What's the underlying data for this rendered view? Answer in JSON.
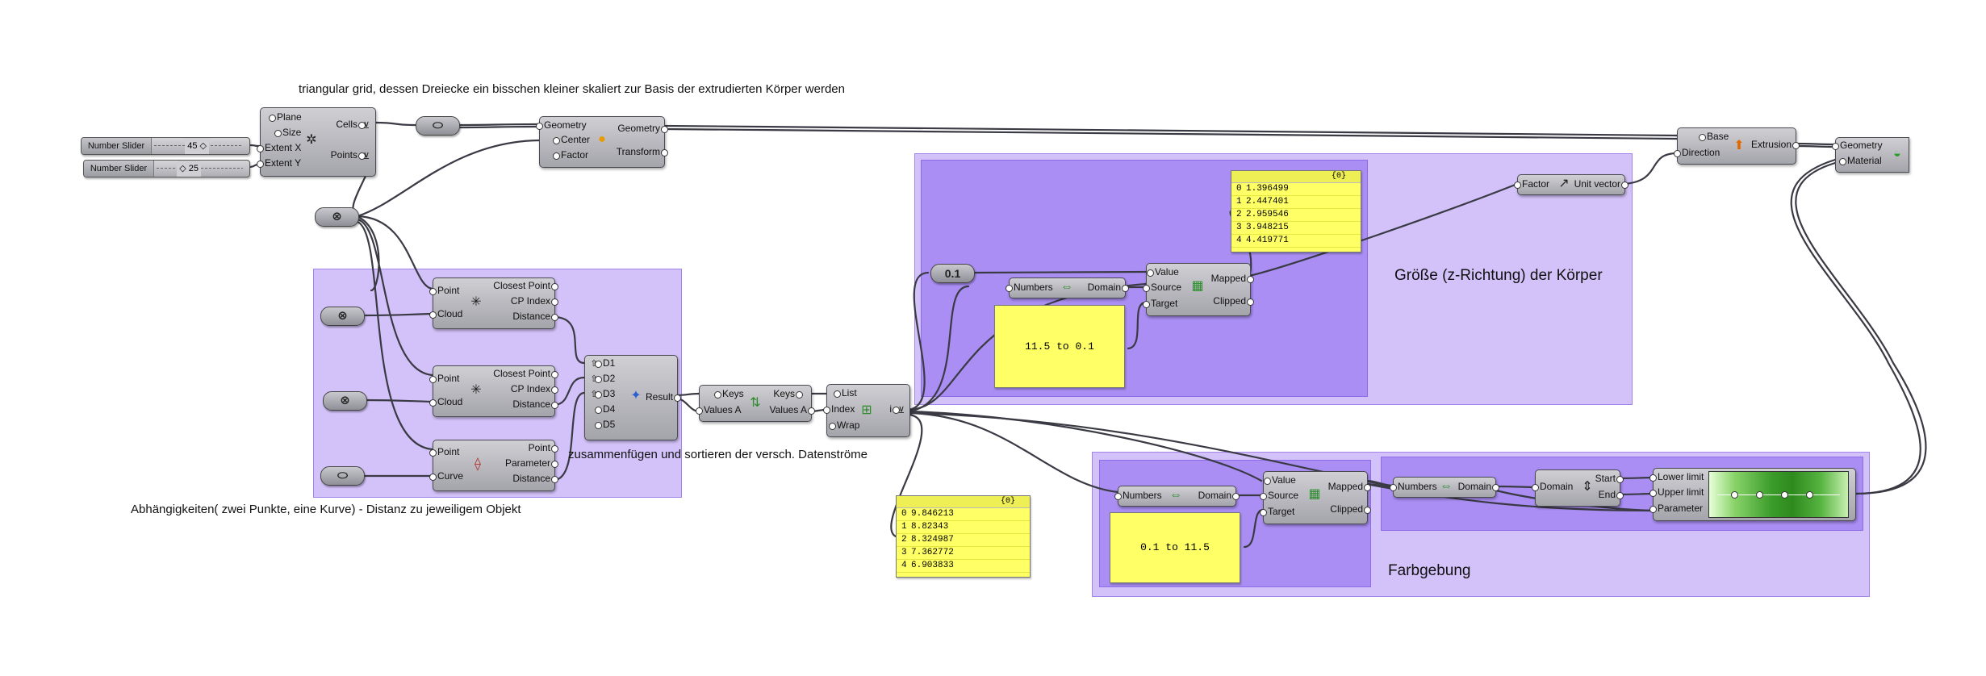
{
  "notes": {
    "top": "triangular grid, dessen Dreiecke ein bisschen kleiner skaliert zur Basis der extrudierten Körper werden",
    "merge": "zusammenfügen und sortieren der versch. Datenströme",
    "dependencies": "Abhängigkeiten( zwei Punkte, eine Kurve) - Distanz zu jeweiligem Objekt",
    "size": "Größe (z-Richtung) der Körper",
    "color": "Farbgebung"
  },
  "sliders": [
    {
      "label": "Number Slider",
      "value": "45 ◇"
    },
    {
      "label": "Number Slider",
      "value": "◇ 25"
    }
  ],
  "tri_grid": {
    "inputs": [
      "Plane",
      "Size",
      "Extent X",
      "Extent Y"
    ],
    "outputs": [
      "Cells",
      "Points"
    ]
  },
  "scale": {
    "inputs": [
      "Geometry",
      "Center",
      "Factor"
    ],
    "outputs": [
      "Geometry",
      "Transform"
    ]
  },
  "cp1": {
    "inputs": [
      "Point",
      "Cloud"
    ],
    "outputs": [
      "Closest Point",
      "CP Index",
      "Distance"
    ]
  },
  "cp2": {
    "inputs": [
      "Point",
      "Cloud"
    ],
    "outputs": [
      "Closest Point",
      "CP Index",
      "Distance"
    ]
  },
  "crvcp": {
    "inputs": [
      "Point",
      "Curve"
    ],
    "outputs": [
      "Point",
      "Parameter",
      "Distance"
    ]
  },
  "merge_comp": {
    "inputs": [
      "D1",
      "D2",
      "D3",
      "D4",
      "D5"
    ],
    "outputs": [
      "Result"
    ]
  },
  "sort": {
    "inputs": [
      "Keys",
      "Values A"
    ],
    "outputs": [
      "Keys",
      "Values A"
    ]
  },
  "listitem": {
    "inputs": [
      "List",
      "Index",
      "Wrap"
    ],
    "outputs": [
      "i"
    ]
  },
  "bounds1": {
    "inputs": [
      "Numbers"
    ],
    "outputs": [
      "Domain"
    ]
  },
  "remap1": {
    "inputs": [
      "Value",
      "Source",
      "Target"
    ],
    "outputs": [
      "Mapped",
      "Clipped"
    ]
  },
  "bounds2": {
    "inputs": [
      "Numbers"
    ],
    "outputs": [
      "Domain"
    ]
  },
  "remap2": {
    "inputs": [
      "Value",
      "Source",
      "Target"
    ],
    "outputs": [
      "Mapped",
      "Clipped"
    ]
  },
  "bounds3": {
    "inputs": [
      "Numbers"
    ],
    "outputs": [
      "Domain"
    ]
  },
  "deconstruct": {
    "inputs": [
      "Domain"
    ],
    "outputs": [
      "Start",
      "End"
    ]
  },
  "gradient": {
    "inputs": [
      "Lower limit",
      "Upper limit",
      "Parameter"
    ]
  },
  "amplitude": {
    "inputs": [
      "Factor"
    ],
    "outputs": [
      "Unit vector"
    ]
  },
  "extrude": {
    "inputs": [
      "Base",
      "Direction"
    ],
    "outputs": [
      "Extrusion"
    ]
  },
  "preview": {
    "inputs": [
      "Geometry",
      "Material"
    ]
  },
  "param_z": "0.1",
  "panel_target1": "11.5 to 0.1",
  "panel_target2": "0.1 to 11.5",
  "list1": {
    "header": "{0}",
    "rows": [
      {
        "i": "0",
        "v": "1.396499"
      },
      {
        "i": "1",
        "v": "2.447401"
      },
      {
        "i": "2",
        "v": "2.959546"
      },
      {
        "i": "3",
        "v": "3.948215"
      },
      {
        "i": "4",
        "v": "4.419771"
      }
    ]
  },
  "list2": {
    "header": "{0}",
    "rows": [
      {
        "i": "0",
        "v": "9.846213"
      },
      {
        "i": "1",
        "v": "8.82343"
      },
      {
        "i": "2",
        "v": "8.324987"
      },
      {
        "i": "3",
        "v": "7.362772"
      },
      {
        "i": "4",
        "v": "6.903833"
      }
    ]
  }
}
